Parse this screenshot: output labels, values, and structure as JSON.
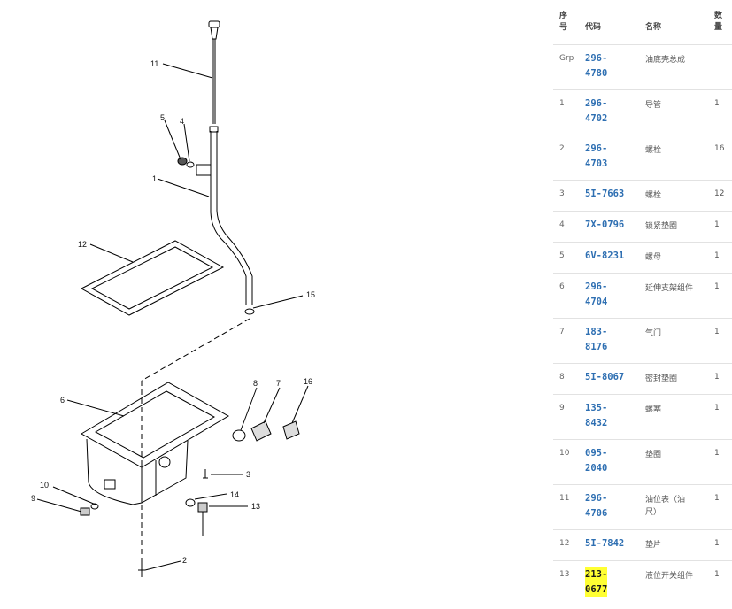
{
  "diagram": {
    "callouts": [
      "1",
      "2",
      "3",
      "4",
      "5",
      "6",
      "7",
      "8",
      "9",
      "10",
      "11",
      "12",
      "13",
      "14",
      "15",
      "16"
    ]
  },
  "table": {
    "headers": {
      "seq": "序\n号",
      "code": "代码",
      "name": "名称",
      "qty": "数\n量"
    },
    "rows": [
      {
        "seq": "Grp",
        "code": "296-\n4780",
        "name": "油底壳总成",
        "qty": "",
        "highlight": false
      },
      {
        "seq": "1",
        "code": "296-\n4702",
        "name": "导管",
        "qty": "1",
        "highlight": false
      },
      {
        "seq": "2",
        "code": "296-\n4703",
        "name": "螺栓",
        "qty": "16",
        "highlight": false
      },
      {
        "seq": "3",
        "code": "5I-7663",
        "name": "螺栓",
        "qty": "12",
        "highlight": false
      },
      {
        "seq": "4",
        "code": "7X-0796",
        "name": "锁紧垫圈",
        "qty": "1",
        "highlight": false
      },
      {
        "seq": "5",
        "code": "6V-8231",
        "name": "螺母",
        "qty": "1",
        "highlight": false
      },
      {
        "seq": "6",
        "code": "296-\n4704",
        "name": "延伸支架组件",
        "qty": "1",
        "highlight": false
      },
      {
        "seq": "7",
        "code": "183-\n8176",
        "name": "气门",
        "qty": "1",
        "highlight": false
      },
      {
        "seq": "8",
        "code": "5I-8067",
        "name": "密封垫圈",
        "qty": "1",
        "highlight": false
      },
      {
        "seq": "9",
        "code": "135-\n8432",
        "name": "螺塞",
        "qty": "1",
        "highlight": false
      },
      {
        "seq": "10",
        "code": "095-\n2040",
        "name": "垫圈",
        "qty": "1",
        "highlight": false
      },
      {
        "seq": "11",
        "code": "296-\n4706",
        "name": "油位表（油\n尺）",
        "qty": "1",
        "highlight": false
      },
      {
        "seq": "12",
        "code": "5I-7842",
        "name": "垫片",
        "qty": "1",
        "highlight": false
      },
      {
        "seq": "13",
        "code": "213-\n0677",
        "name": "液位开关组件",
        "qty": "1",
        "highlight": true
      }
    ],
    "colors": {
      "code": "#2e6fb2",
      "highlight": "#ffff33"
    }
  }
}
